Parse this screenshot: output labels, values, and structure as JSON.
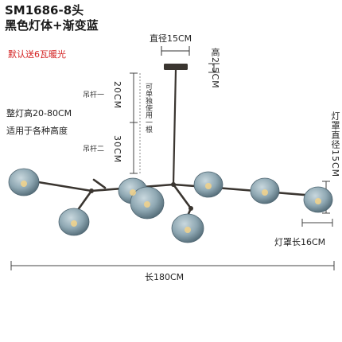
{
  "product": {
    "model": "SM1686-8头",
    "finish": "黑色灯体+渐变蓝",
    "note": "默认送6瓦暖光"
  },
  "dimensions": {
    "canopy_diameter": "直径15CM",
    "canopy_height": "高2.5CM",
    "rod1_label": "吊杆一",
    "rod1_length": "20CM",
    "rod2_label": "吊杆二",
    "rod2_length": "30CM",
    "rod_note": "可单独使用一根",
    "overall_height": "整灯高20-80CM",
    "suitable": "适用于各种高度",
    "shade_diameter": "灯罩直径15CM",
    "shade_length": "灯罩长16CM",
    "total_length": "长180CM"
  },
  "colors": {
    "frame": "#3a3530",
    "glass": "#8fa8b3",
    "glass_dark": "#5f7884",
    "warning": "#d32020"
  }
}
